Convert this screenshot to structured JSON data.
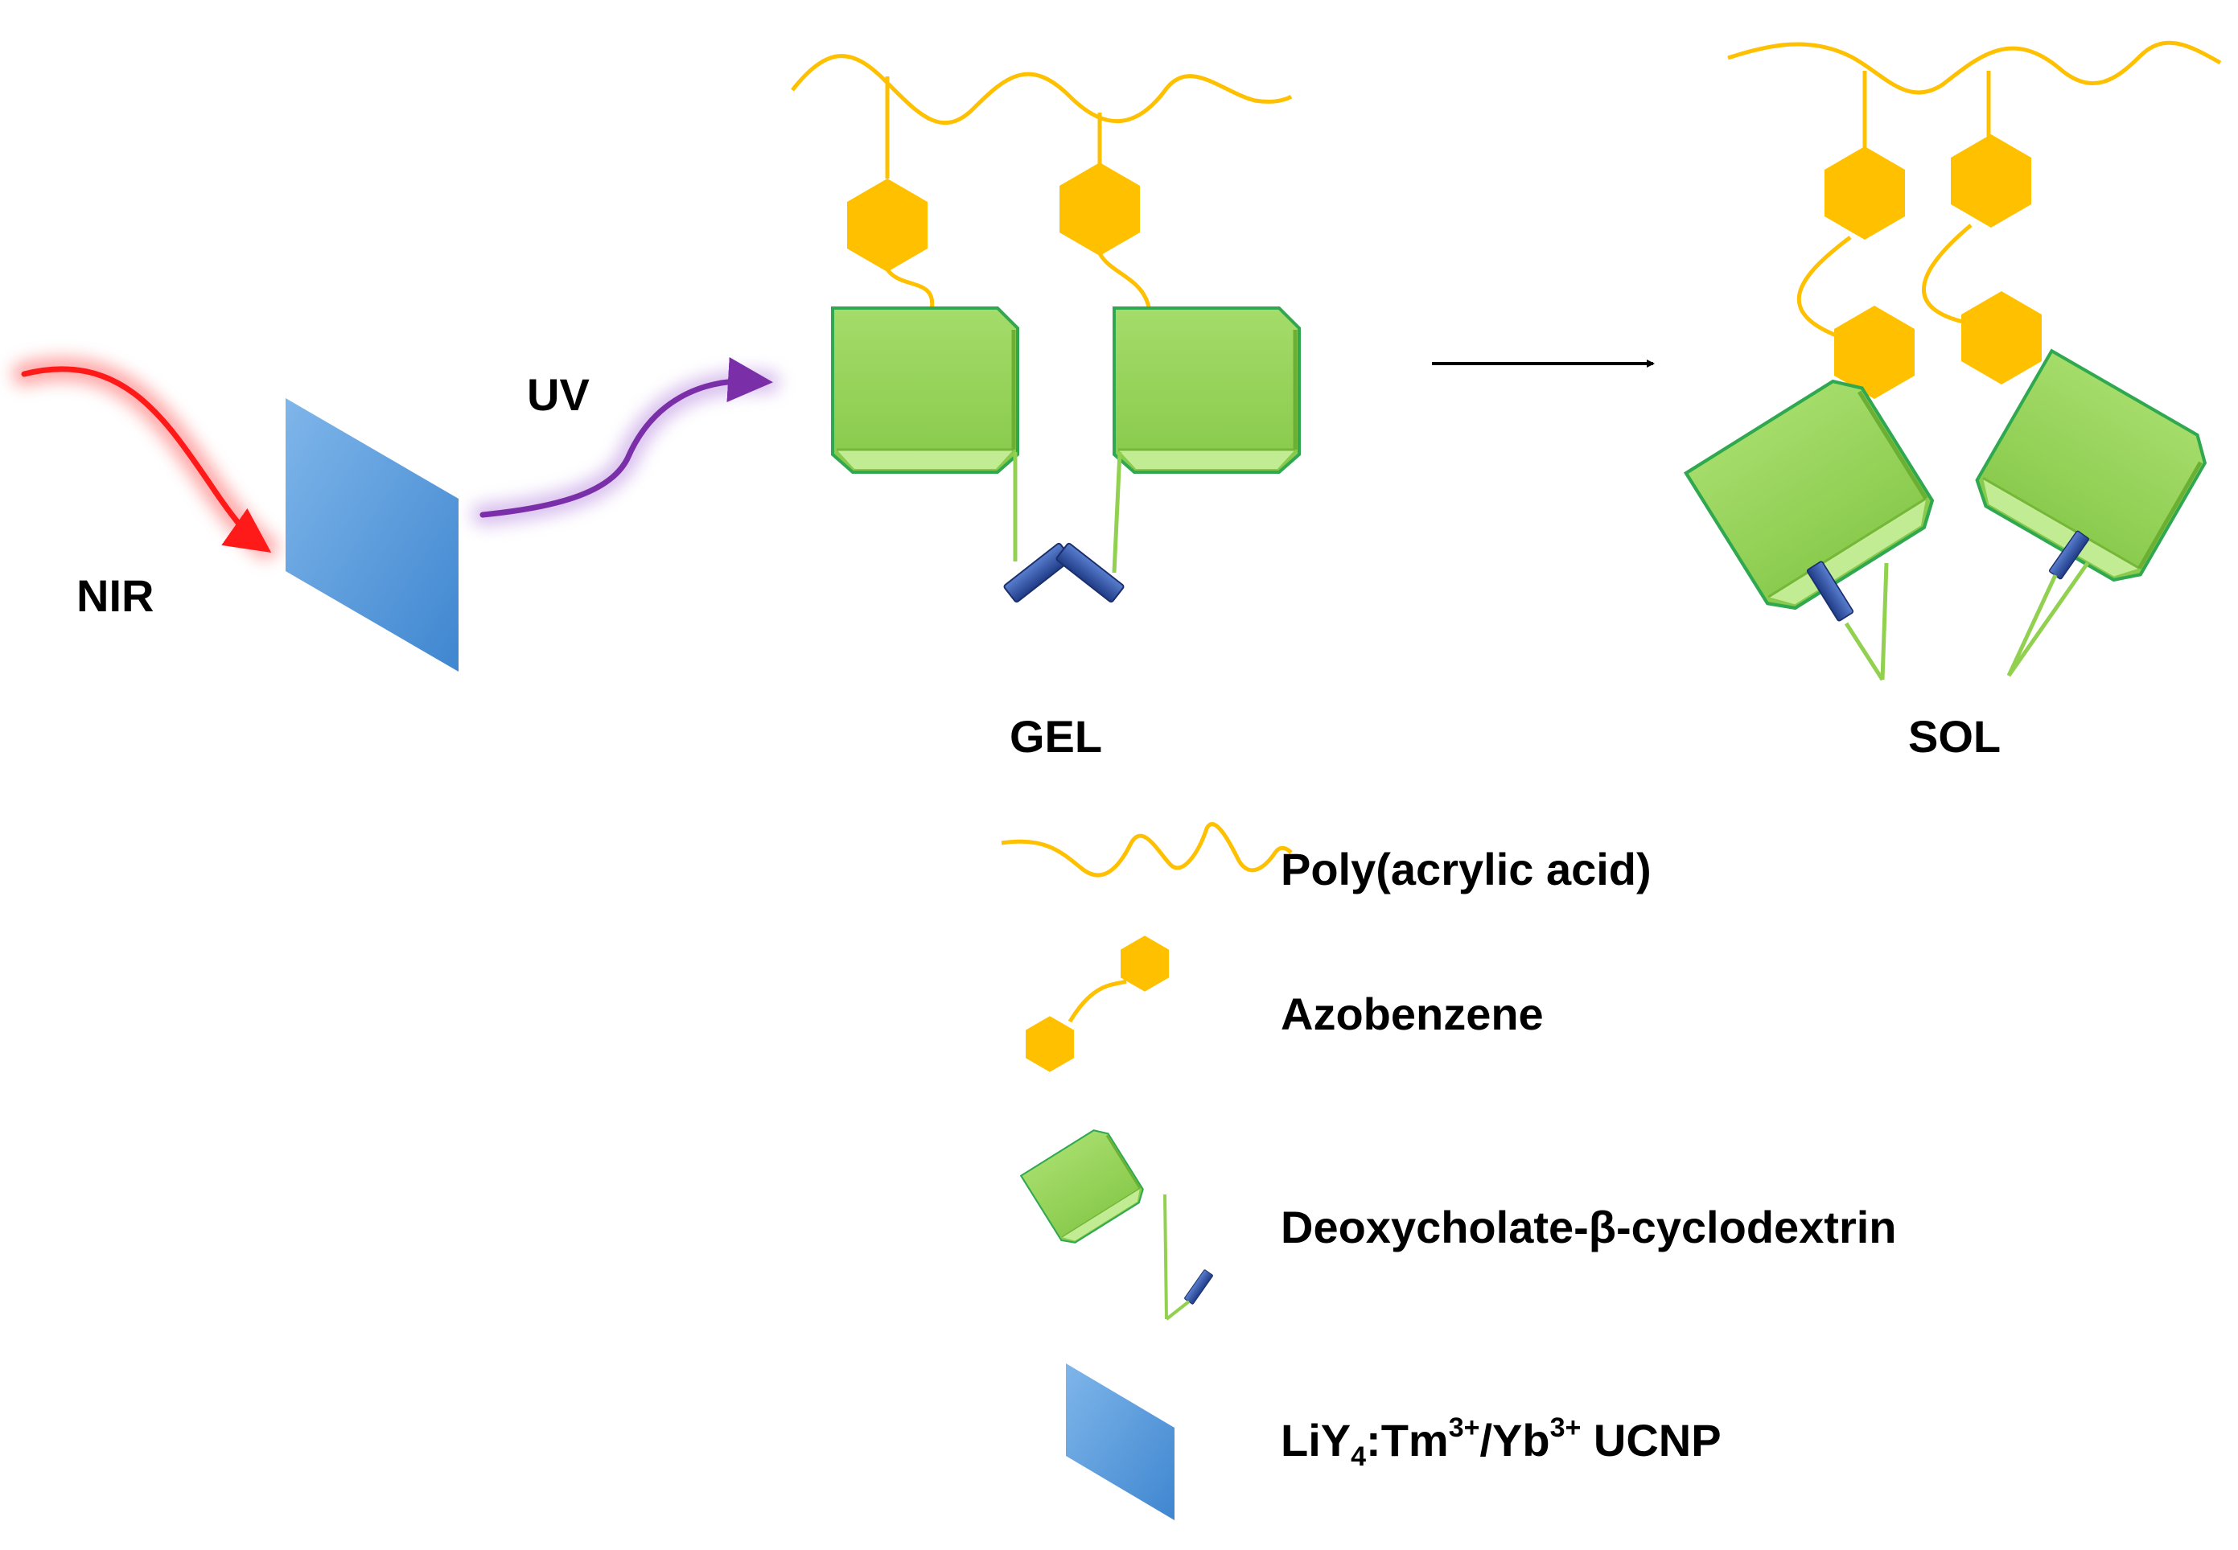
{
  "labels": {
    "nir": "NIR",
    "uv": "UV",
    "gel": "GEL",
    "sol": "SOL"
  },
  "legend": {
    "poly": "Poly(acrylic acid)",
    "azo": "Azobenzene",
    "deoxy": "Deoxycholate-β-cyclodextrin",
    "ucnp": {
      "prefix": "LiY",
      "sub": "4",
      "mid1": ":Tm",
      "sup1": "3+",
      "mid2": "/Yb",
      "sup2": "3+",
      "suffix": " UCNP"
    }
  },
  "colors": {
    "nir_arrow": "#ff1a1a",
    "uv_arrow": "#7a2fa8",
    "polymer": "#ffc000",
    "cyclodextrin": "#92d050",
    "deoxycholate": "#2f4f9f",
    "ucnp": "#5b9bd5"
  }
}
